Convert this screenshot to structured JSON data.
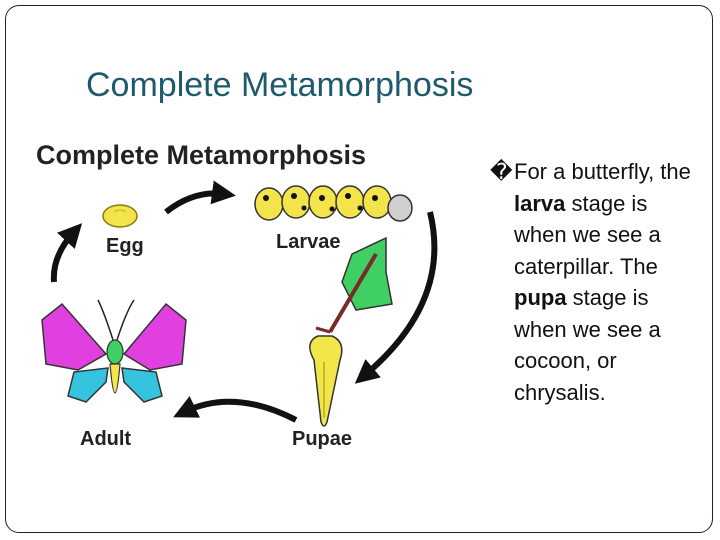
{
  "slide": {
    "title": "Complete Metamorphosis"
  },
  "diagram": {
    "heading": "Complete Metamorphosis",
    "labels": {
      "egg": "Egg",
      "larvae": "Larvae",
      "pupae": "Pupae",
      "adult": "Adult"
    }
  },
  "body": {
    "bullet": "�",
    "segments": [
      {
        "text": "For a butterfly, the ",
        "bold": false
      },
      {
        "text": "larva",
        "bold": true
      },
      {
        "text": " stage is when we see a caterpillar. The ",
        "bold": false
      },
      {
        "text": "pupa",
        "bold": true
      },
      {
        "text": " stage is when we see a cocoon, or chrysalis.",
        "bold": false
      }
    ]
  },
  "colors": {
    "title": "#1e5a6e",
    "egg": "#f2e44a",
    "wing_upper": "#e040e0",
    "wing_lower": "#36c3e0",
    "leaf": "#3fcf63",
    "pupa": "#f3e64a"
  }
}
